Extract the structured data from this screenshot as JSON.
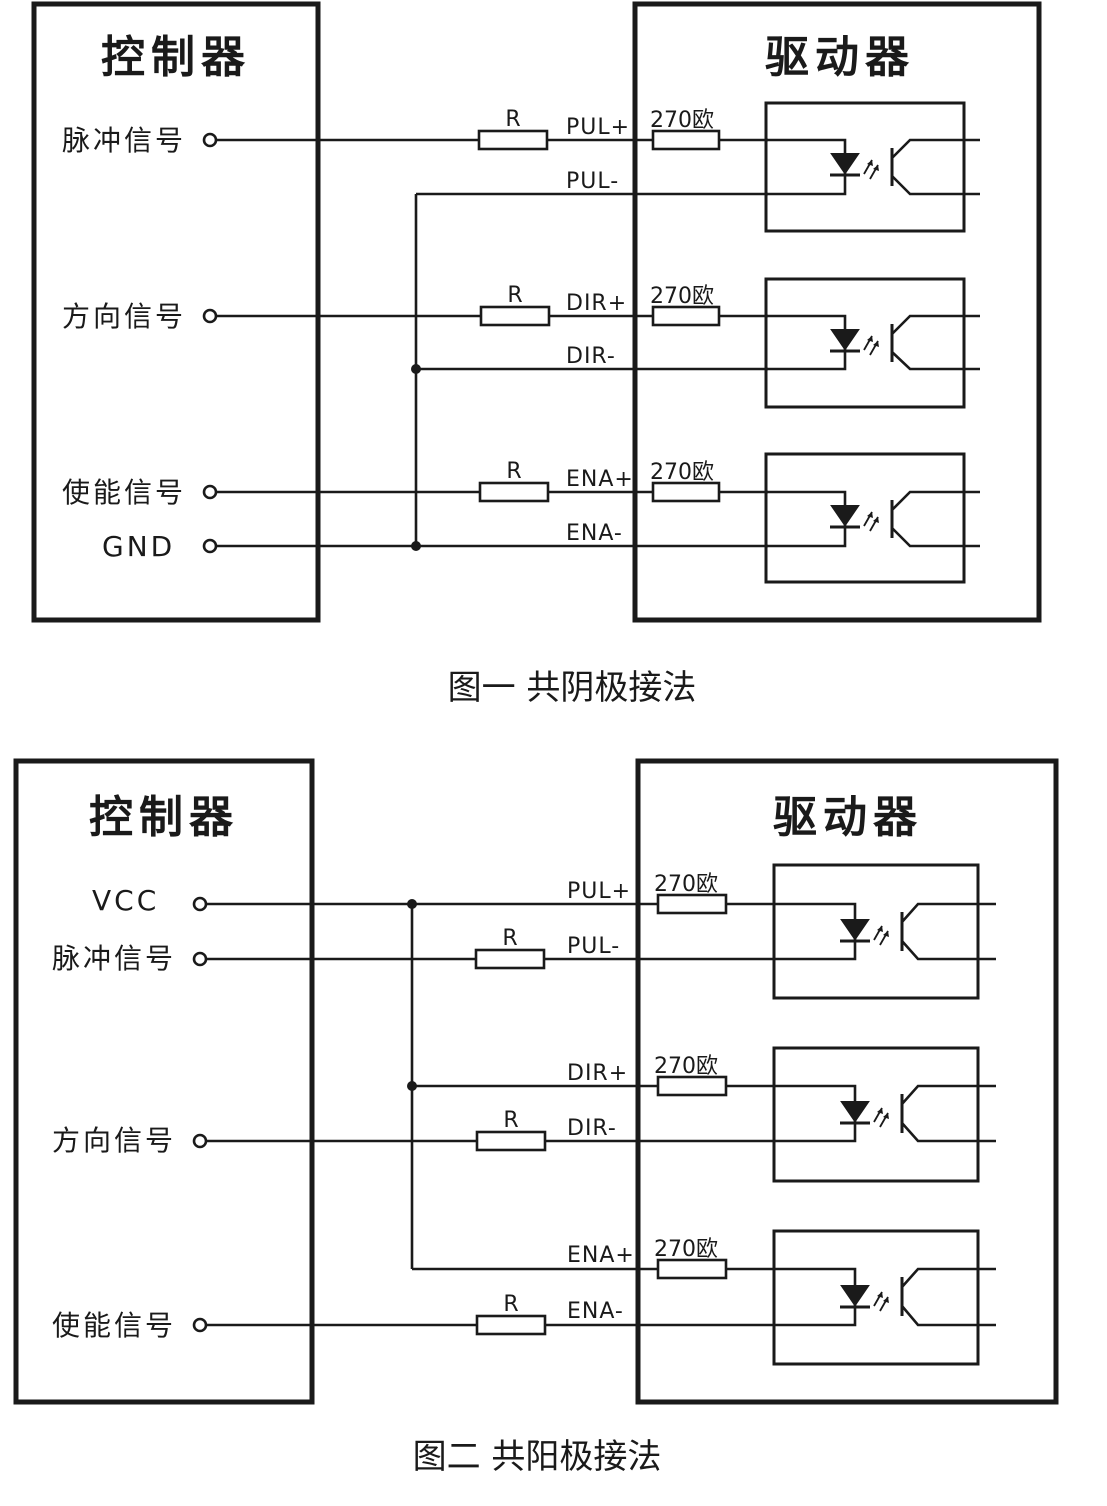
{
  "figures": [
    {
      "caption": "图一  共阴极接法",
      "controller_title": "控制器",
      "driver_title": "驱动器",
      "controller_signals": [
        "脉冲信号",
        "方向信号",
        "使能信号",
        "GND"
      ],
      "channels": [
        {
          "plus_pin": "PUL+",
          "minus_pin": "PUL-",
          "series_resistor": "R",
          "driver_resistor": "270欧"
        },
        {
          "plus_pin": "DIR+",
          "minus_pin": "DIR-",
          "series_resistor": "R",
          "driver_resistor": "270欧"
        },
        {
          "plus_pin": "ENA+",
          "minus_pin": "ENA-",
          "series_resistor": "R",
          "driver_resistor": "270欧"
        }
      ]
    },
    {
      "caption": "图二  共阳极接法",
      "controller_title": "控制器",
      "driver_title": "驱动器",
      "controller_signals": [
        "VCC",
        "脉冲信号",
        "方向信号",
        "使能信号"
      ],
      "channels": [
        {
          "plus_pin": "PUL+",
          "minus_pin": "PUL-",
          "series_resistor": "R",
          "driver_resistor": "270欧"
        },
        {
          "plus_pin": "DIR+",
          "minus_pin": "DIR-",
          "series_resistor": "R",
          "driver_resistor": "270欧"
        },
        {
          "plus_pin": "ENA+",
          "minus_pin": "ENA-",
          "series_resistor": "R",
          "driver_resistor": "270欧"
        }
      ]
    }
  ]
}
